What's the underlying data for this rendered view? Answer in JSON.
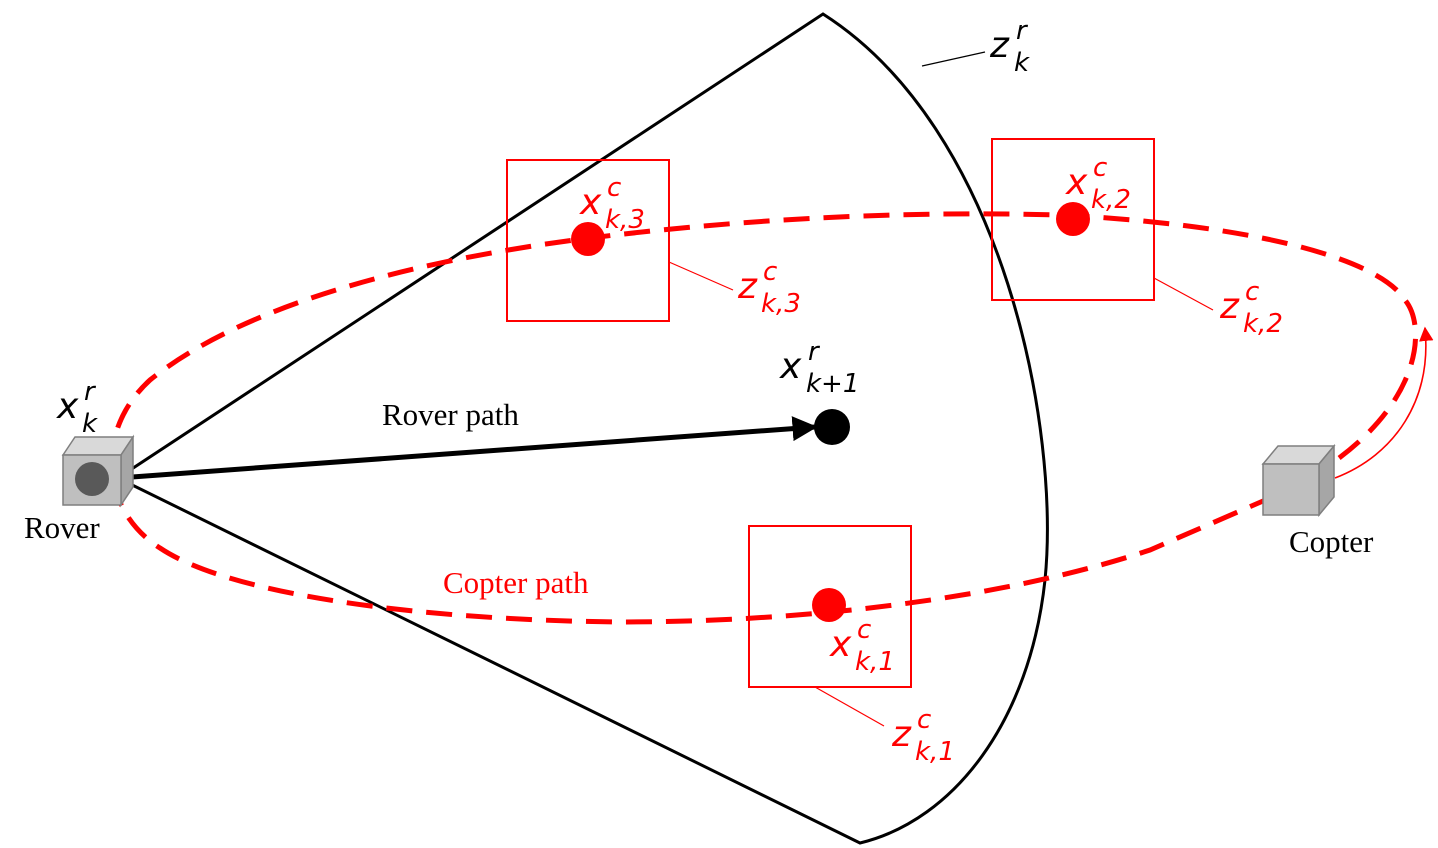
{
  "colors": {
    "sensor_cone": "#000000",
    "copter_path": "#ff0000",
    "waypoint": "#ff0000",
    "rover_body": "#bfbfbf",
    "goal_point": "#000000"
  },
  "labels": {
    "rover": "Rover",
    "copter": "Copter",
    "rover_path": "Rover path",
    "copter_path": "Copter path"
  },
  "math": {
    "rover_state": {
      "base": "x",
      "sup": "r",
      "sub": "k"
    },
    "rover_next": {
      "base": "x",
      "sup": "r",
      "sub": "k+1"
    },
    "rover_observation": {
      "base": "z",
      "sup": "r",
      "sub": "k"
    },
    "wp1": {
      "base": "x",
      "sup": "c",
      "sub": "k,1"
    },
    "wp2": {
      "base": "x",
      "sup": "c",
      "sub": "k,2"
    },
    "wp3": {
      "base": "x",
      "sup": "c",
      "sub": "k,3"
    },
    "obs1": {
      "base": "z",
      "sup": "c",
      "sub": "k,1"
    },
    "obs2": {
      "base": "z",
      "sup": "c",
      "sub": "k,2"
    },
    "obs3": {
      "base": "z",
      "sup": "c",
      "sub": "k,3"
    }
  }
}
